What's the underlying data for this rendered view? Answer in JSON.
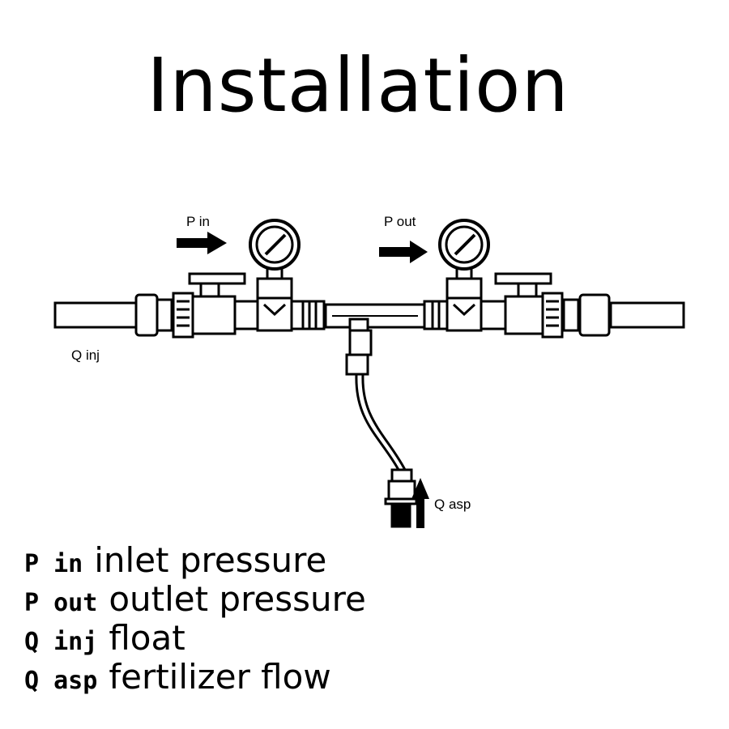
{
  "title": "Installation",
  "diagram": {
    "labels": {
      "p_in": "P in",
      "p_out": "P out",
      "q_inj": "Q inj",
      "q_asp": "Q asp"
    },
    "components": [
      "inlet-pipe",
      "union-coupling",
      "ball-valve",
      "pressure-gauge",
      "venturi-injector",
      "suction-hose",
      "suction-filter",
      "outlet-pipe"
    ]
  },
  "legend": [
    {
      "symbol": "P in",
      "description": "inlet pressure"
    },
    {
      "symbol": "P out",
      "description": "outlet pressure"
    },
    {
      "symbol": "Q inj",
      "description": "float"
    },
    {
      "symbol": "Q asp",
      "description": "fertilizer flow"
    }
  ]
}
